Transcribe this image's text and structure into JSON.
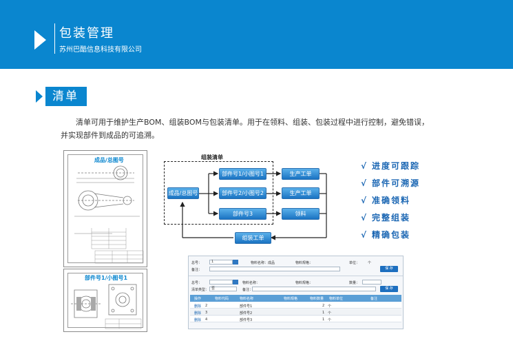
{
  "header": {
    "title": "包装管理",
    "subtitle": "苏州巴酷信息科技有限公司"
  },
  "section": {
    "heading": "清单",
    "description_line1": "清单可用于维护生产BOM、组装BOM与包装清单。用于在领料、组装、包装过程中进行控制，避免错误，",
    "description_line2": "并实现部件到成品的可追溯。"
  },
  "drawings": {
    "top_title": "成品/总图号",
    "bottom_title": "部件号1/小图号1"
  },
  "flow": {
    "group_label": "组装清单",
    "product": "成品/总图号",
    "parts": [
      "部件号1/小图号1",
      "部件号2/小图号2",
      "部件号3"
    ],
    "actions": [
      "生产工单",
      "生产工单",
      "领料"
    ],
    "assembly": "组装工单"
  },
  "features": [
    "进度可跟踪",
    "部件可溯源",
    "准确领料",
    "完整组装",
    "精确包装"
  ],
  "panel": {
    "top": {
      "no_label": "总号：",
      "no_value": "1",
      "name_label": "物料名称：",
      "name_value": "成品",
      "spec_label": "物料规格：",
      "spec_value": "",
      "unit_label": "单位：",
      "unit_value": "个",
      "remark_label": "备注："
    },
    "save_label": "保 存",
    "sub": {
      "no_label": "总号：",
      "name_label": "物料名称：",
      "spec_label": "物料规格：",
      "qty_label": "数量：",
      "type_label": "清单类型：",
      "type_value": "否",
      "remark_label": "备注："
    },
    "columns": [
      "操作",
      "物料代码",
      "物料名称",
      "物料规格",
      "物料数量",
      "物料单位",
      "备注"
    ],
    "rows": [
      {
        "op": "删除",
        "code": "2",
        "name": "部件号1",
        "qty": "2",
        "unit": "个"
      },
      {
        "op": "删除",
        "code": "3",
        "name": "部件号2",
        "qty": "1",
        "unit": "个"
      },
      {
        "op": "删除",
        "code": "4",
        "name": "部件号3",
        "qty": "1",
        "unit": "个"
      }
    ]
  }
}
